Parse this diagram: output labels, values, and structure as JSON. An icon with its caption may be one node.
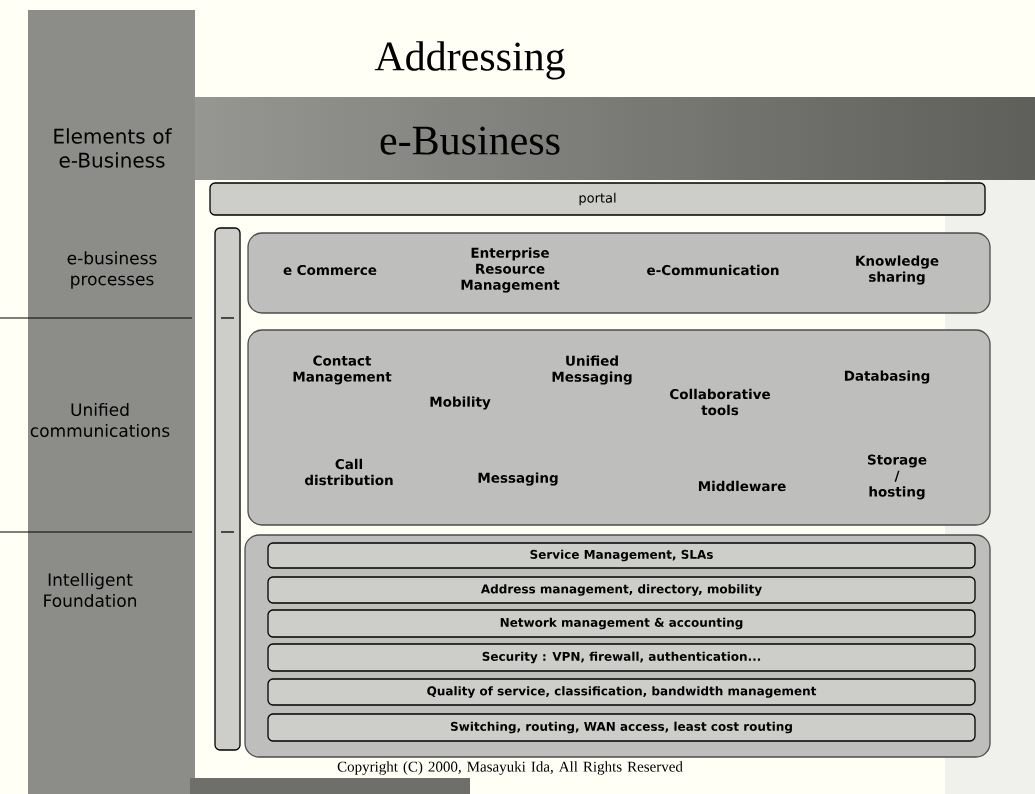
{
  "diagram": {
    "title": "Addressing e-Business",
    "nodes": [
      {
        "text": [
          "portal"
        ]
      },
      {
        "text": [],
        "shape": "bar"
      },
      {
        "text": [
          "e Commerce",
          "Enterprise Resource Management",
          "e-Communication",
          "Knowledge sharing"
        ]
      },
      {
        "text": [
          "Contact Management",
          "Mobility",
          "Unified Messaging",
          "Collaborative tools",
          "Databasing",
          "Call distribution",
          "Messaging",
          "Middleware",
          "Storage / hosting"
        ]
      },
      {
        "text": [],
        "shape": "box"
      },
      {
        "text": [
          "Service Management, SLAs"
        ],
        "in": 4
      },
      {
        "text": [
          "Address management, directory, mobility"
        ],
        "in": 4
      },
      {
        "text": [
          "Network management & accounting"
        ],
        "in": 4
      },
      {
        "text": [
          "Security : VPN, firewall, authentication..."
        ],
        "in": 4
      },
      {
        "text": [
          "Quality of service, classification, bandwidth management"
        ],
        "in": 4
      },
      {
        "text": [
          "Switching, routing, WAN  access, least cost routing"
        ],
        "in": 4
      }
    ],
    "labels": [
      "Elements of e-Business",
      "e-business processes",
      "Unified communications",
      "Intelligent Foundation",
      "Copyright (C) 2000, Masayuki Ida, All Rights Reserved"
    ]
  }
}
